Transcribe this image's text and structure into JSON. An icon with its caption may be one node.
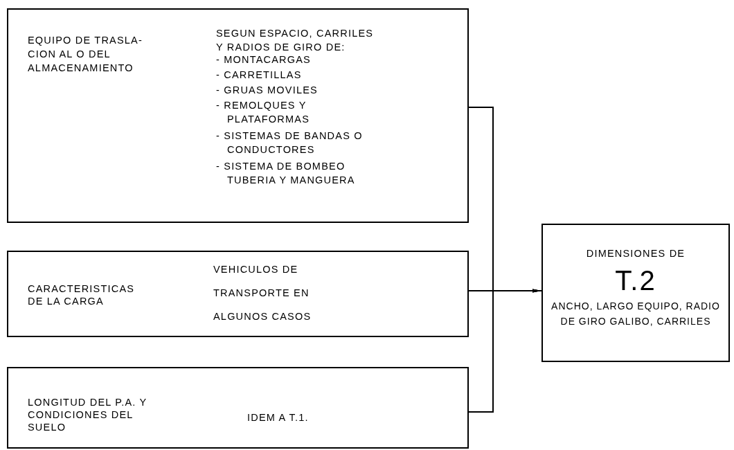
{
  "diagram": {
    "nodes": [
      {
        "text": [
          "EQUIPO DE TRASLA- CION AL O DEL ALMACENAMIENTO",
          "SEGUN ESPACIO, CARRILES Y RADIOS DE GIRO DE:",
          "- MONTACARGAS",
          "- CARRETILLAS",
          "- GRUAS MOVILES",
          "- REMOLQUES Y PLATAFORMAS",
          "- SISTEMAS DE BANDAS O CONDUCTORES",
          "- SISTEMA DE BOMBEO TUBERIA Y MANGUERA"
        ]
      },
      {
        "text": [
          "CARACTERISTICAS DE LA CARGA",
          "VEHICULOS DE TRANSPORTE EN ALGUNOS CASOS"
        ]
      },
      {
        "text": [
          "LONGITUD DEL P.A. Y CONDICIONES DEL SUELO",
          "IDEM A T.1."
        ]
      },
      {
        "text": [
          "DIMENSIONES DE",
          "T.2",
          "ANCHO, LARGO EQUIPO, RADIO DE GIRO GALIBO, CARRILES"
        ]
      }
    ],
    "edges": [
      {
        "from": 0,
        "to": 3,
        "arrow": "to"
      },
      {
        "from": 1,
        "to": 3,
        "arrow": "to"
      },
      {
        "from": 2,
        "to": 3,
        "arrow": "to"
      }
    ]
  }
}
